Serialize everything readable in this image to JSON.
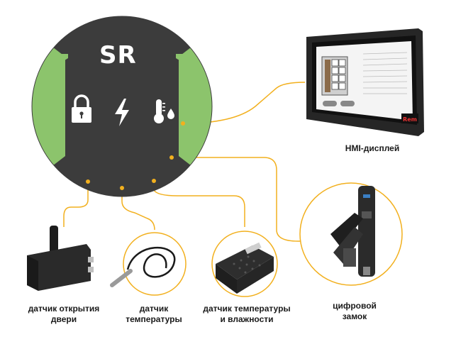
{
  "hub": {
    "logo": "SR",
    "colors": {
      "body": "#3c3c3c",
      "ring": "#8cc46c",
      "accent": "#f2b01e"
    },
    "icons": [
      "lock-icon",
      "lightning-icon",
      "thermometer-droplet-icon"
    ]
  },
  "devices": {
    "hmi": {
      "line1": "HMI-дисплей",
      "screen_logo": "Rem"
    },
    "lock": {
      "line1": "цифровой",
      "line2": "замок"
    },
    "door": {
      "line1": "датчик открытия",
      "line2": "двери"
    },
    "temp": {
      "line1": "датчик",
      "line2": "температуры"
    },
    "humidity": {
      "line1": "датчик температуры",
      "line2": "и влажности"
    }
  }
}
